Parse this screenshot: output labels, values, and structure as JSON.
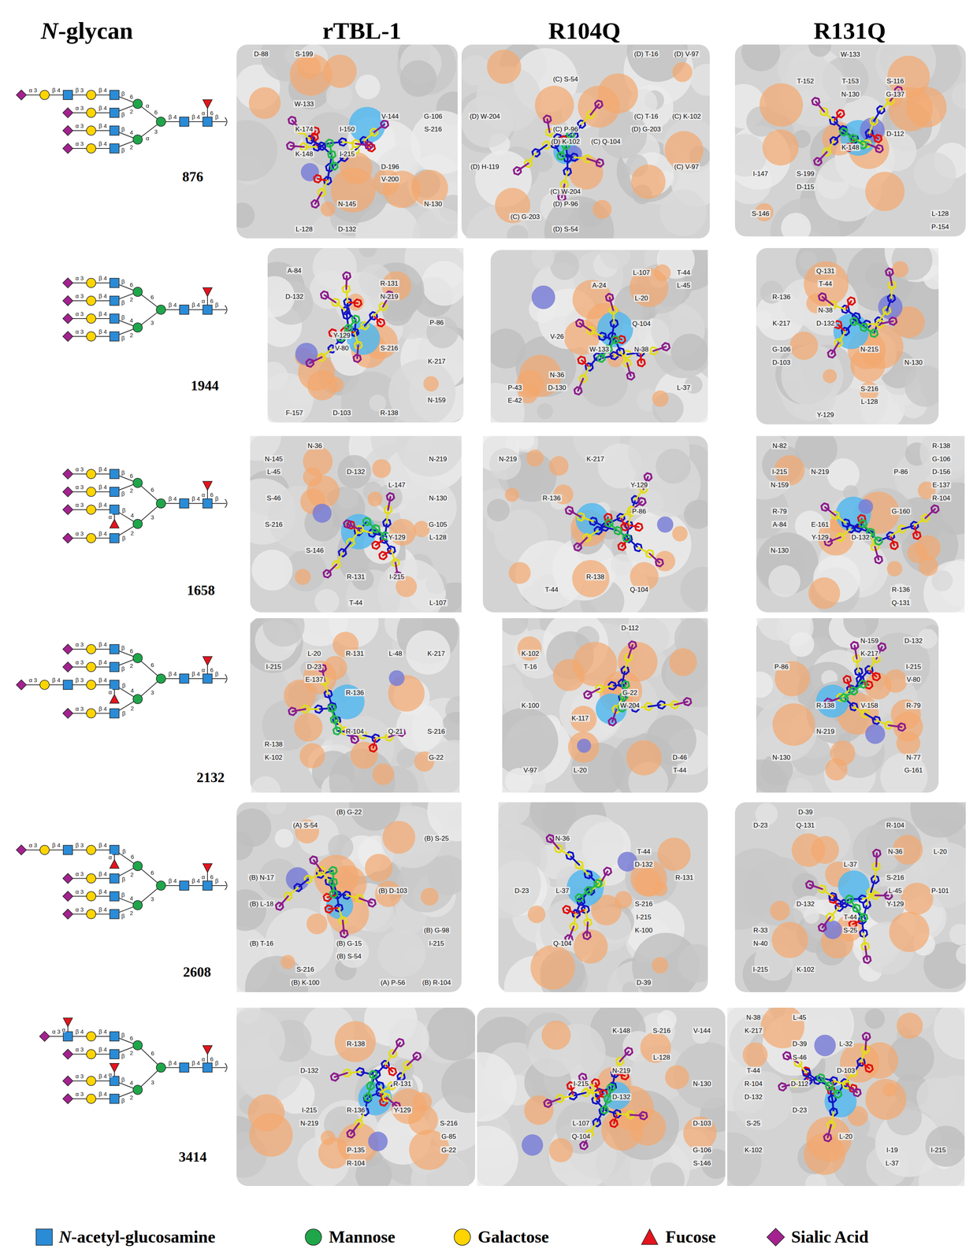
{
  "diagram": {
    "labels": [
      "N-glycan",
      "rTBL-1",
      "R104Q",
      "R131Q",
      "α 3",
      "β 4",
      "β 3",
      "β 4",
      "β",
      "6",
      "α 3",
      "β 4",
      "β",
      "2",
      "α 3",
      "β 4",
      "β",
      "4",
      "α 3",
      "β 4",
      "β",
      "2",
      "α",
      "6",
      "α",
      "3",
      "β 4",
      "β 4",
      "β",
      "α",
      "6",
      "876",
      "D-132",
      "N-130",
      "L-128",
      "S-216",
      "G-106",
      "I-215",
      "D-88",
      "W-133",
      "I-150",
      "K-148",
      "V-144",
      "N-145",
      "K-174",
      "D-196",
      "S-199",
      "V-200",
      "(D) H-119",
      "(D) G-203",
      "(D) W-204",
      "(C) T-16",
      "(D) K-102",
      "(D) P-96",
      "(D) V-97",
      "(D) S-54",
      "(C) S-54",
      "(C) V-97",
      "(D) T-16",
      "(C) W-204",
      "(C) P-96",
      "(C) G-203",
      "(C) K-102",
      "(C) Q-104",
      "D-115",
      "S-116",
      "D-112",
      "S-199",
      "N-130",
      "I-147",
      "W-133",
      "L-128",
      "S-146",
      "K-148",
      "T-152",
      "G-137",
      "P-154",
      "T-153",
      "α 3",
      "β 4",
      "β",
      "6",
      "α 3",
      "β 4",
      "β",
      "2",
      "α 3",
      "β 4",
      "β",
      "4",
      "α 3",
      "β 4",
      "β",
      "2",
      "6",
      "3",
      "β 4",
      "β 4",
      "β",
      "α",
      "6",
      "1944",
      "K-217",
      "D-103",
      "S-216",
      "N-219",
      "A-84",
      "P-86",
      "V-80",
      "D-132",
      "N-159",
      "R-131",
      "Y-129",
      "F-157",
      "R-138",
      "N-38",
      "E-42",
      "V-26",
      "L-37",
      "P-43",
      "N-36",
      "A-24",
      "T-44",
      "L-45",
      "L-20",
      "Q-104",
      "L-107",
      "D-130",
      "W-133",
      "N-38",
      "K-217",
      "T-44",
      "S-216",
      "N-215",
      "L-128",
      "Y-129",
      "R-136",
      "G-106",
      "N-130",
      "D-103",
      "Q-131",
      "D-132",
      "α 3",
      "β 4",
      "β",
      "6",
      "α 3",
      "β 4",
      "β",
      "2",
      "α 3",
      "β 4",
      "β",
      "4",
      "α",
      "α 3",
      "β 4",
      "β",
      "2",
      "6",
      "3",
      "β 4",
      "β 4",
      "β",
      "α",
      "6",
      "1658",
      "N-130",
      "R-131",
      "N-219",
      "L-128",
      "Y-129",
      "D-132",
      "S-216",
      "I-215",
      "L-45",
      "S-46",
      "L-147",
      "G-105",
      "T-44",
      "L-107",
      "S-146",
      "N-36",
      "N-145",
      "T-44",
      "N-219",
      "K-217",
      "P-86",
      "R-138",
      "Q-104",
      "R-136",
      "Y-129",
      "Q-131",
      "Y-129",
      "D-132",
      "R-136",
      "E-137",
      "N-130",
      "G-106",
      "R-138",
      "D-156",
      "P-86",
      "I-215",
      "R-104",
      "N-219",
      "A-84",
      "N-159",
      "N-82",
      "E-161",
      "G-160",
      "R-79",
      "α 3",
      "β 4",
      "β",
      "6",
      "α 3",
      "β 4",
      "β",
      "2",
      "α 3",
      "β 4",
      "β 3",
      "β 4",
      "β",
      "4",
      "α",
      "α 3",
      "β 4",
      "β",
      "2",
      "6",
      "3",
      "β 4",
      "β 4",
      "β",
      "α",
      "6",
      "2132",
      "D-23",
      "L-20",
      "L-48",
      "K-217",
      "G-22",
      "S-216",
      "Q-21",
      "I-215",
      "R-138",
      "R-104",
      "E-137",
      "K-102",
      "R-136",
      "R-131",
      "W-204",
      "L-20",
      "D-46",
      "T-16",
      "T-44",
      "V-97",
      "G-22",
      "K-100",
      "K-102",
      "D-112",
      "K-117",
      "D-132",
      "N-130",
      "R-138",
      "P-86",
      "I-215",
      "V-158",
      "N-159",
      "N-219",
      "G-161",
      "N-77",
      "V-80",
      "K-217",
      "R-79",
      "α 3",
      "β 4",
      "β 3",
      "β 4",
      "α",
      "β",
      "6",
      "α 3",
      "β 4",
      "β",
      "2",
      "α 3",
      "β 4",
      "β",
      "4",
      "α 3",
      "β 4",
      "β",
      "2",
      "6",
      "3",
      "β 4",
      "β 4",
      "β",
      "α",
      "6",
      "2608",
      "(B) G-15",
      "(B) T-16",
      "(B) S-25",
      "(B) N-17",
      "(B) L-18",
      "(A) P-56",
      "(B) G-22",
      "S-216",
      "I-215",
      "(A) S-54",
      "(B) S-54",
      "(B) G-98",
      "(B) K-100",
      "(B) R-104",
      "(B) D-103",
      "D-39",
      "L-37",
      "N-36",
      "T-44",
      "I-215",
      "S-216",
      "D-23",
      "Q-104",
      "K-100",
      "R-131",
      "D-132",
      "D-39",
      "N-40",
      "R-33",
      "L-37",
      "S-25",
      "N-36",
      "T-44",
      "L-45",
      "S-216",
      "D-23",
      "L-20",
      "I-215",
      "R-104",
      "Y-129",
      "P-101",
      "Q-131",
      "K-102",
      "D-132",
      "α 3",
      "α",
      "β 4",
      "β 4",
      "β",
      "6",
      "α 3",
      "β 4",
      "β",
      "2",
      "α 3",
      "β 4",
      "α",
      "β",
      "4",
      "α 3",
      "β 4",
      "β",
      "2",
      "6",
      "3",
      "β 4",
      "β 4",
      "β",
      "α",
      "6",
      "3414",
      "I-215",
      "S-216",
      "N-219",
      "G-85",
      "G-22",
      "R-104",
      "R-138",
      "Y-129",
      "R-136",
      "R-131",
      "P-135",
      "D-132",
      "V-144",
      "D-103",
      "S-146",
      "L-107",
      "Q-104",
      "G-106",
      "K-148",
      "N-130",
      "L-128",
      "D-132",
      "I-215",
      "S-216",
      "N-219",
      "I-19",
      "L-20",
      "K-102",
      "D-112",
      "L-32",
      "D-103",
      "S-25",
      "D-23",
      "L-37",
      "R-104",
      "D-39",
      "S-46",
      "T-44",
      "N-38",
      "L-45",
      "I-215",
      "D-132",
      "K-217"
    ],
    "legend": [
      {
        "text": "N-acetyl-glucosamine",
        "color": "#2a8bd6"
      },
      {
        "text": "Mannose",
        "color": "#1fa64a"
      },
      {
        "text": "Galactose",
        "color": "#ffd400"
      },
      {
        "text": "Fucose",
        "color": "#e3141c"
      },
      {
        "text": "Sialic Acid",
        "color": "#a3228f"
      }
    ]
  }
}
